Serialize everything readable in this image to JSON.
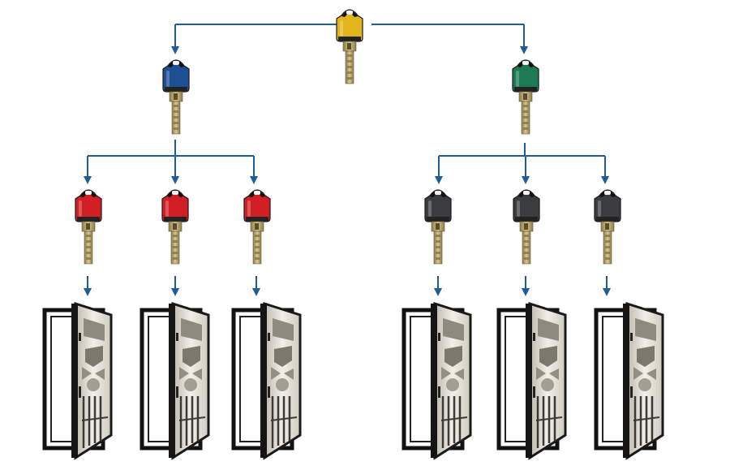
{
  "diagram": {
    "connector_color": "#1f5d96",
    "master_key": {
      "name": "master-key",
      "color": "#e3b51c"
    },
    "group_keys": [
      {
        "name": "group-key-left",
        "color": "#1d4f93"
      },
      {
        "name": "group-key-right",
        "color": "#1d7a55"
      }
    ],
    "user_keys": [
      {
        "name": "user-key",
        "group": 0,
        "color": "#d11f25"
      },
      {
        "name": "user-key",
        "group": 0,
        "color": "#d11f25"
      },
      {
        "name": "user-key",
        "group": 0,
        "color": "#d11f25"
      },
      {
        "name": "user-key",
        "group": 1,
        "color": "#3a3c3e"
      },
      {
        "name": "user-key",
        "group": 1,
        "color": "#3a3c3e"
      },
      {
        "name": "user-key",
        "group": 1,
        "color": "#3a3c3e"
      }
    ],
    "doors": [
      {
        "name": "door"
      },
      {
        "name": "door"
      },
      {
        "name": "door"
      },
      {
        "name": "door"
      },
      {
        "name": "door"
      },
      {
        "name": "door"
      }
    ]
  }
}
